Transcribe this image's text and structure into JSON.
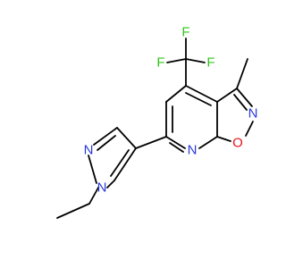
{
  "colors": {
    "background": "#ffffff",
    "bond": "#000000",
    "nitrogen": "#2a3ad6",
    "oxygen": "#e8131c",
    "fluorine": "#30c51a"
  },
  "atoms": {
    "n_pyrazole_top": "N",
    "n_pyrazole_ethyl": "N",
    "n_pyridine": "N",
    "o_isoxazole": "O",
    "n_isoxazole": "N",
    "f_top": "F",
    "f_left": "F",
    "f_right": "F"
  }
}
